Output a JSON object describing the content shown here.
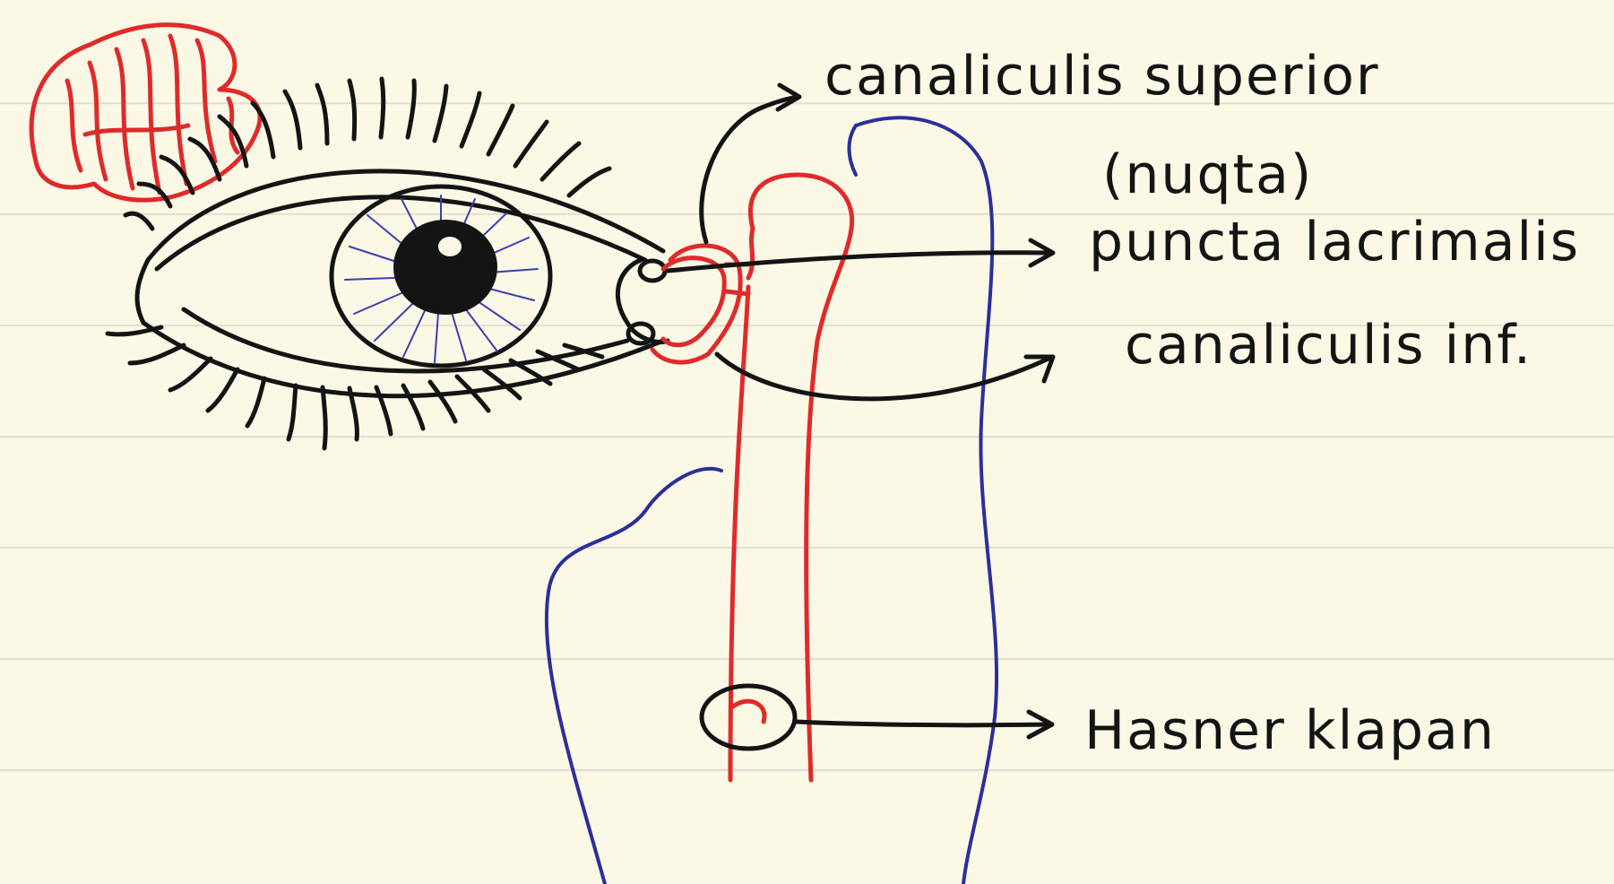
{
  "labels": {
    "canaliculis_superior": "canaliculis superior",
    "nuqta": "(nuqta)",
    "puncta_lacrimalis": "puncta lacrimalis",
    "canaliculis_inf": "canaliculis inf.",
    "hasner_klapan": "Hasner klapan"
  },
  "colors": {
    "paper": "#fbf8e6",
    "ink": "#141414",
    "red": "#e02a2a",
    "blue": "#2a2f9c",
    "iris_lines": "#3a3fb0"
  }
}
